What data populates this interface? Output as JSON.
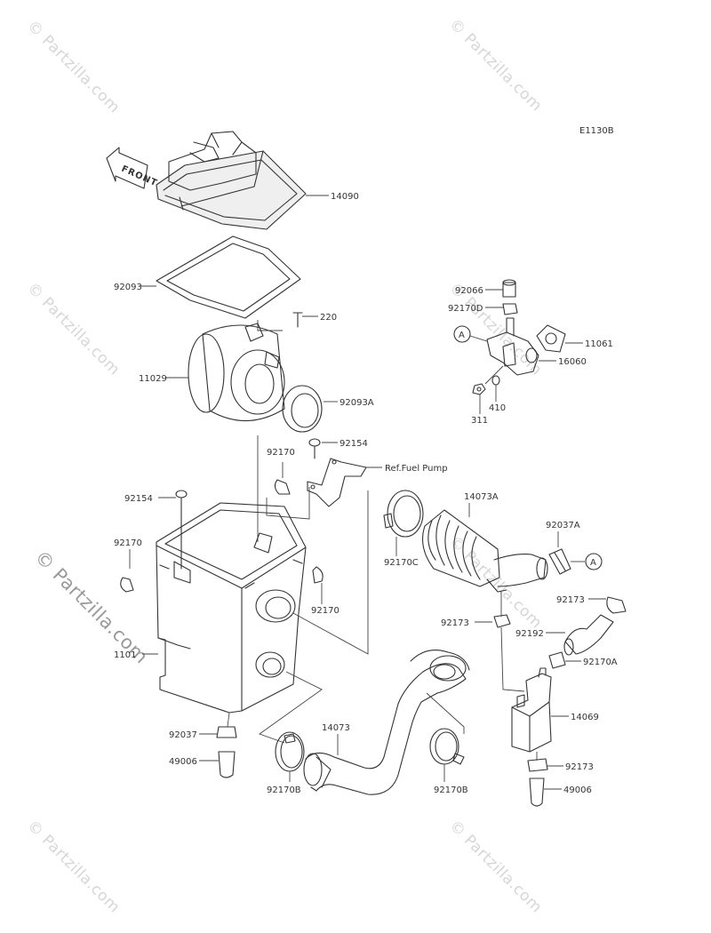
{
  "diagram": {
    "code": "E1130B",
    "front_label": "FRONT",
    "ref_note": "Ref.Fuel Pump",
    "callout_symbol": "A",
    "parts": {
      "p14090": "14090",
      "p92093": "92093",
      "p220": "220",
      "p11029": "11029",
      "p92093A": "92093A",
      "p92154a": "92154",
      "p92170a": "92170",
      "p92154b": "92154",
      "p92170b": "92170",
      "p92170c": "92170",
      "p1101x": "1101",
      "p92037": "92037",
      "p49006a": "49006",
      "p92170B_a": "92170B",
      "p14073": "14073",
      "p92170B_b": "92170B",
      "p14073A": "14073A",
      "p92170C": "92170C",
      "p92037A": "92037A",
      "p92173a": "92173",
      "p92173b": "92173",
      "p92192": "92192",
      "p92170A": "92170A",
      "p14069": "14069",
      "p92173c": "92173",
      "p49006b": "49006",
      "p92066": "92066",
      "p92170D": "92170D",
      "p11061": "11061",
      "p16060": "16060",
      "p311": "311",
      "p410": "410"
    }
  },
  "watermark": {
    "small": "© Partzilla.com",
    "large": "© Partzilla.com"
  }
}
